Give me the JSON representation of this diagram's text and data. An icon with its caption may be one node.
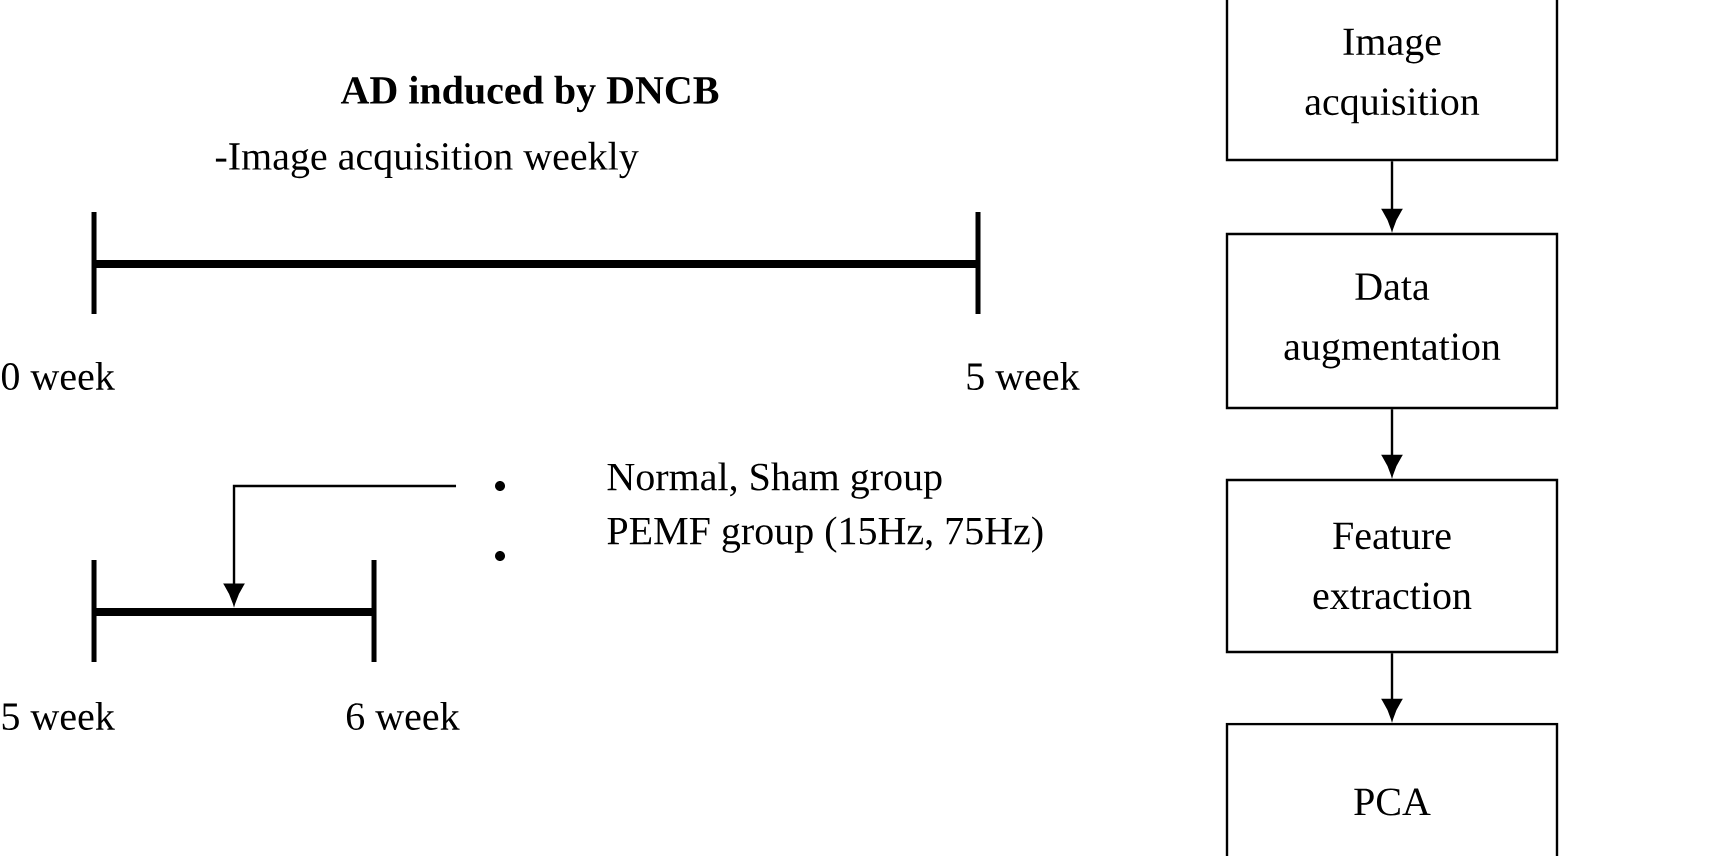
{
  "diagram": {
    "nodes": [
      {
        "text": [
          "Image acquisition"
        ]
      },
      {
        "text": [
          "Data augmentation"
        ]
      },
      {
        "text": [
          "Feature extraction"
        ]
      },
      {
        "text": [
          "PCA"
        ]
      },
      {
        "text": [
          "Normal, Sham group",
          "PEMF group (15Hz, 75Hz)"
        ]
      },
      {
        "text": [],
        "shape": "bar"
      }
    ],
    "edges": [
      {
        "from": 0,
        "to": 1,
        "arrow": "to"
      },
      {
        "from": 1,
        "to": 2,
        "arrow": "to"
      },
      {
        "from": 2,
        "to": 3,
        "arrow": "to"
      },
      {
        "from": 4,
        "to": 5,
        "arrow": "to"
      }
    ],
    "labels": [
      "AD induced by DNCB",
      "-Image acquisition  weekly",
      "0 week",
      "5 week",
      "5 week",
      "6 week"
    ]
  }
}
